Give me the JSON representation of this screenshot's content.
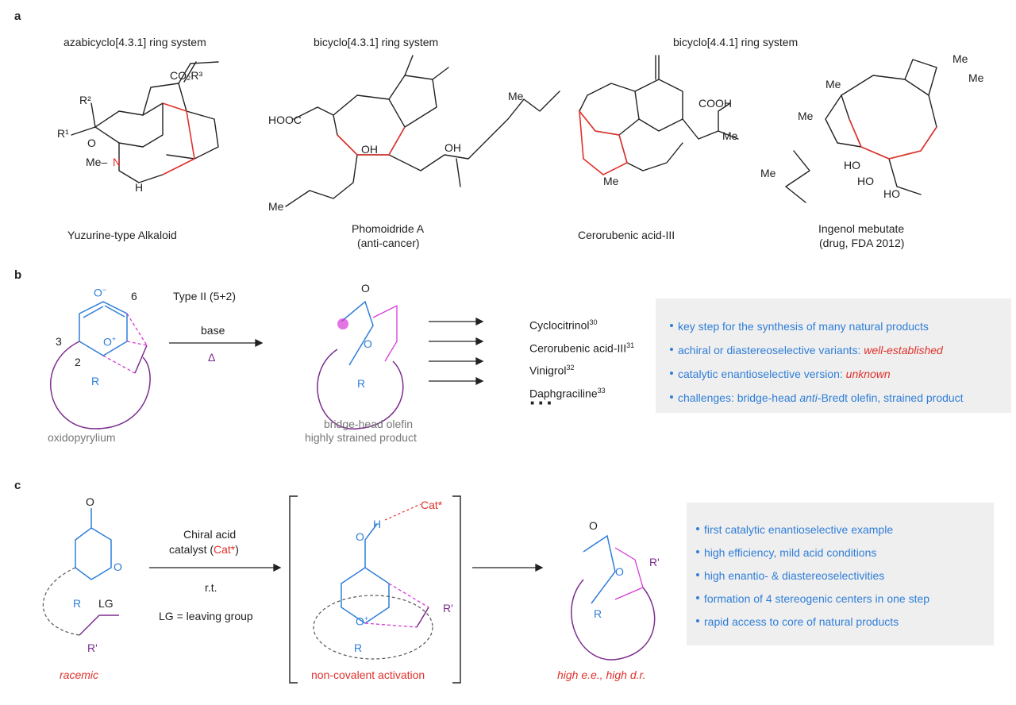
{
  "panels": {
    "a": "a",
    "b": "b",
    "c": "c"
  },
  "panel_a": {
    "ring1": "azabicyclo[4.3.1] ring system",
    "ring2": "bicyclo[4.3.1] ring system",
    "ring3": "bicyclo[4.4.1] ring system",
    "names": {
      "yuzurine": "Yuzurine-type Alkaloid",
      "phomoidride": "Phomoidride A",
      "phomoidride_sub": "(anti-cancer)",
      "cerorubenic": "Cerorubenic acid-III",
      "ingenol": "Ingenol mebutate",
      "ingenol_sub": "(drug, FDA 2012)"
    },
    "atoms": {
      "co2r3": "CO₂R³",
      "r2": "R²",
      "r1": "R¹",
      "o": "O",
      "me_n": "Me–",
      "n": "N",
      "h": "H",
      "hooc": "HOOC",
      "oh": "OH",
      "me": "Me",
      "cooh": "COOH",
      "ho": "HO"
    }
  },
  "panel_b": {
    "reaction_top": "Type II (5+2)",
    "base": "base",
    "heat": "Δ",
    "start_label": "oxidopyrylium",
    "product_label1": "bridge-head olefin",
    "product_label2": "highly strained product",
    "numbers": {
      "n6": "6",
      "n3": "3",
      "n2": "2"
    },
    "products": [
      {
        "name": "Cyclocitrinol",
        "ref": "30"
      },
      {
        "name": "Cerorubenic acid-III",
        "ref": "31"
      },
      {
        "name": "Vinigrol",
        "ref": "32"
      },
      {
        "name": "Daphgraciline",
        "ref": "33"
      }
    ],
    "ellipsis": "···",
    "bullets": [
      {
        "text": "key step for the synthesis of many natural products",
        "highlight": ""
      },
      {
        "text": "achiral or diastereoselective variants: ",
        "highlight": "well-established"
      },
      {
        "text": "catalytic enantioselective version: ",
        "highlight": "unknown"
      },
      {
        "text_pre": "challenges: bridge-head ",
        "italic": "anti",
        "text_post": "-Bredt olefin, strained product"
      }
    ]
  },
  "panel_c": {
    "catalyst_line1": "Chiral acid",
    "catalyst_line2_pre": "catalyst (",
    "catalyst_line2_cat": "Cat*",
    "catalyst_line2_post": ")",
    "rt": "r.t.",
    "lg_def": "LG = leaving group",
    "racemic": "racemic",
    "activation": "non-covalent activation",
    "result": "high e.e., high d.r.",
    "atoms": {
      "lg": "LG",
      "r": "R",
      "rprime": "R'",
      "cat": "Cat*",
      "h": "H",
      "o": "O"
    },
    "bullets": [
      "first catalytic enantioselective example",
      "high efficiency, mild acid conditions",
      "high enantio- & diastereoselectivities",
      "formation of 4 stereogenic centers in one step",
      "rapid access to core of natural products"
    ]
  },
  "colors": {
    "red": "#e0312b",
    "blue": "#2f7ed8",
    "purple": "#7b2d8e",
    "magenta": "#d63ad6",
    "box": "#efefef"
  }
}
